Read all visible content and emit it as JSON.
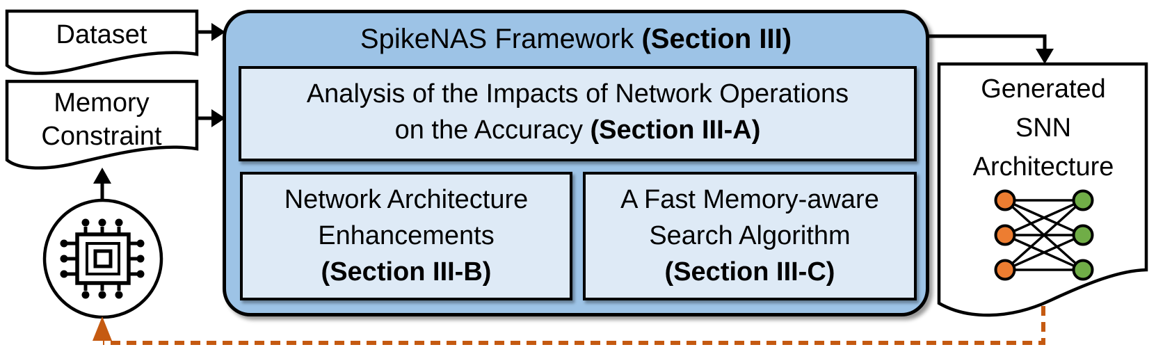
{
  "colors": {
    "framework_fill": "#9DC3E6",
    "subbox_fill": "#DEEAF6",
    "outline": "#000000",
    "snn_input_node": "#ED7D31",
    "snn_output_node": "#70AD47",
    "feedback_arrow": "#C55A11"
  },
  "inputs": {
    "dataset": {
      "label": "Dataset"
    },
    "memory_constraint": {
      "line1": "Memory",
      "line2": "Constraint"
    }
  },
  "hardware": {
    "icon": "microchip-icon"
  },
  "framework": {
    "title": "SpikeNAS Framework ",
    "title_section": "(Section III)",
    "analysis": {
      "line1": "Analysis of the Impacts of Network Operations",
      "line2": "on the Accuracy ",
      "section": "(Section III-A)"
    },
    "enhancements": {
      "line1": "Network Architecture",
      "line2": "Enhancements",
      "section": "(Section III-B)"
    },
    "search": {
      "line1": "A Fast Memory-aware",
      "line2": "Search Algorithm",
      "section": "(Section III-C)"
    }
  },
  "output": {
    "line1": "Generated",
    "line2": "SNN",
    "line3": "Architecture",
    "network": {
      "input_nodes": 3,
      "output_nodes": 3,
      "fully_connected": true
    }
  }
}
